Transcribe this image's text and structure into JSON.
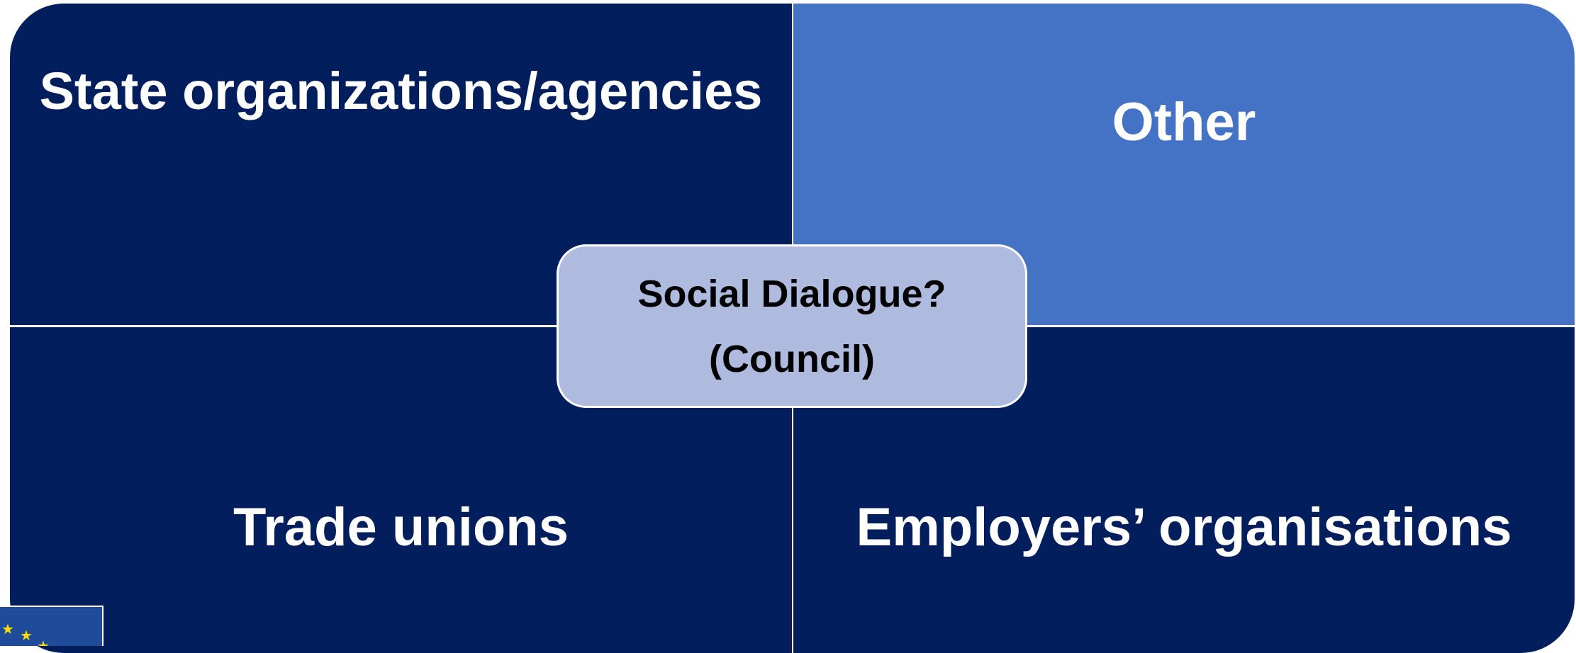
{
  "diagram": {
    "quadrants": {
      "top_left": "State organizations/agencies",
      "top_right": "Other",
      "bottom_left": "Trade unions",
      "bottom_right": "Employers’ organisations"
    },
    "center": {
      "line1": "Social Dialogue?",
      "line2": "(Council)"
    },
    "colors": {
      "dark_navy": "#021e5c",
      "accent_blue": "#4472c4",
      "center_fill": "#afbadf",
      "text_light": "#ffffff",
      "text_dark": "#000000"
    }
  },
  "logo": {
    "icon": "eu-flag-icon",
    "colors": {
      "field": "#1f4b9a",
      "stars": "#ffdd00"
    }
  }
}
